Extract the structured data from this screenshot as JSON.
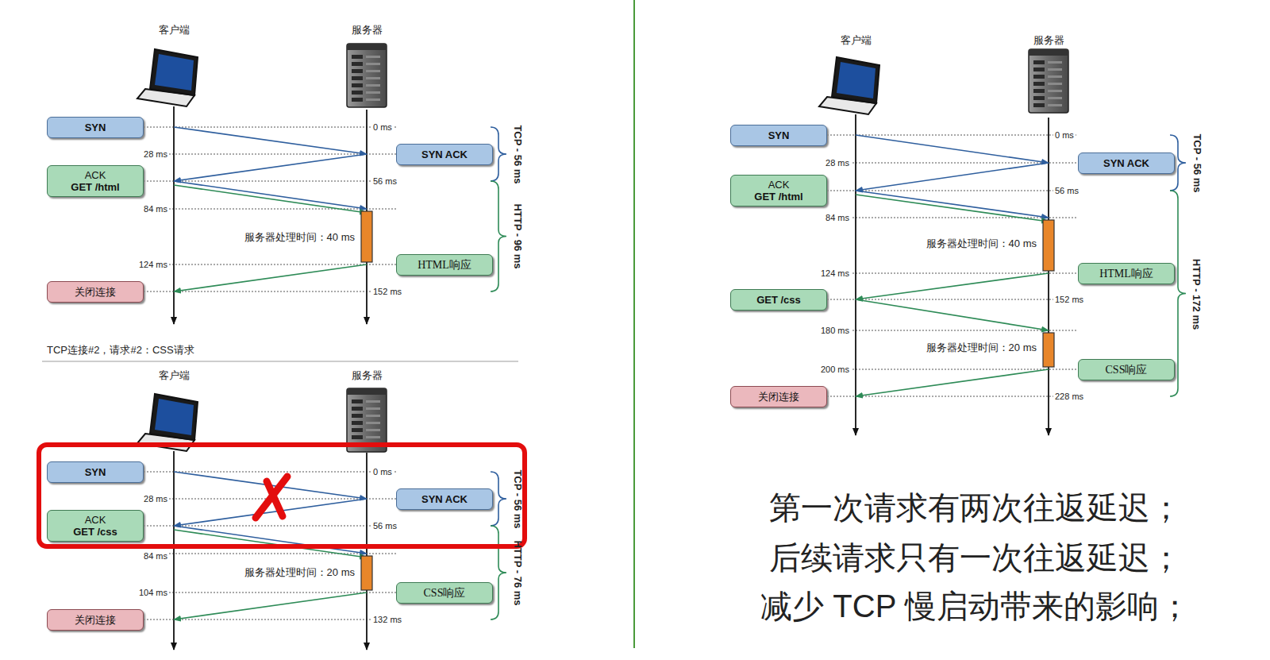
{
  "diagram": {
    "nodes": [
      {
        "text": [
          "SYN"
        ]
      },
      {
        "text": [
          "SYN ACK"
        ]
      },
      {
        "text": [
          "ACK",
          "GET /html"
        ]
      },
      {
        "text": [
          "HTML响应"
        ]
      },
      {
        "text": [
          "关闭连接"
        ]
      },
      {
        "text": [
          "SYN"
        ]
      },
      {
        "text": [
          "SYN ACK"
        ]
      },
      {
        "text": [
          "ACK",
          "GET /css"
        ]
      },
      {
        "text": [
          "CSS响应"
        ]
      },
      {
        "text": [
          "关闭连接"
        ]
      },
      {
        "text": [
          "SYN"
        ]
      },
      {
        "text": [
          "SYN ACK"
        ]
      },
      {
        "text": [
          "ACK",
          "GET /html"
        ]
      },
      {
        "text": [
          "HTML响应"
        ]
      },
      {
        "text": [
          "GET /css"
        ]
      },
      {
        "text": [
          "CSS响应"
        ]
      },
      {
        "text": [
          "关闭连接"
        ]
      }
    ],
    "labels": [
      "客户端",
      "服务器",
      "0 ms",
      "28 ms",
      "56 ms",
      "84 ms",
      "服务器处理时间：40 ms",
      "124 ms",
      "152 ms",
      "TCP - 56 ms",
      "HTTP - 96 ms",
      "TCP连接#2，请求#2：CSS请求",
      "客户端",
      "服务器",
      "0 ms",
      "28 ms",
      "56 ms",
      "84 ms",
      "服务器处理时间：20 ms",
      "104 ms",
      "132 ms",
      "TCP - 56 ms",
      "HTTP - 76 ms",
      "客户端",
      "服务器",
      "0 ms",
      "28 ms",
      "56 ms",
      "84 ms",
      "服务器处理时间：40 ms",
      "124 ms",
      "152 ms",
      "180 ms",
      "服务器处理时间：20 ms",
      "200 ms",
      "228 ms",
      "TCP - 56 ms",
      "HTTP - 172 ms",
      "第一次请求有两次往返延迟；",
      "后续请求只有一次往返延迟；",
      "减少 TCP 慢启动带来的影响；"
    ]
  }
}
